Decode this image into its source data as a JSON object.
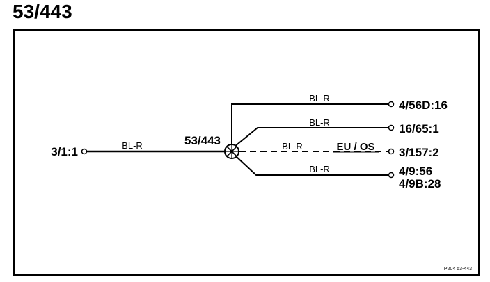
{
  "title": "53/443",
  "splice": {
    "label": "53/443",
    "input_connector": "3/1:1",
    "input_wire": "BL-R"
  },
  "branches": [
    {
      "wire": "BL-R",
      "connector": "4/56D:16",
      "style": "solid"
    },
    {
      "wire": "BL-R",
      "connector": "16/65:1",
      "style": "solid"
    },
    {
      "wire": "BL-R",
      "connector": "3/157:2",
      "style": "dashed",
      "note": "EU / OS"
    },
    {
      "wire": "BL-R",
      "connector": "4/9:56",
      "connector2": "4/9B:28",
      "style": "solid"
    }
  ],
  "reference": "P204  53-443",
  "colors": {
    "line": "#000000",
    "background": "#ffffff"
  }
}
